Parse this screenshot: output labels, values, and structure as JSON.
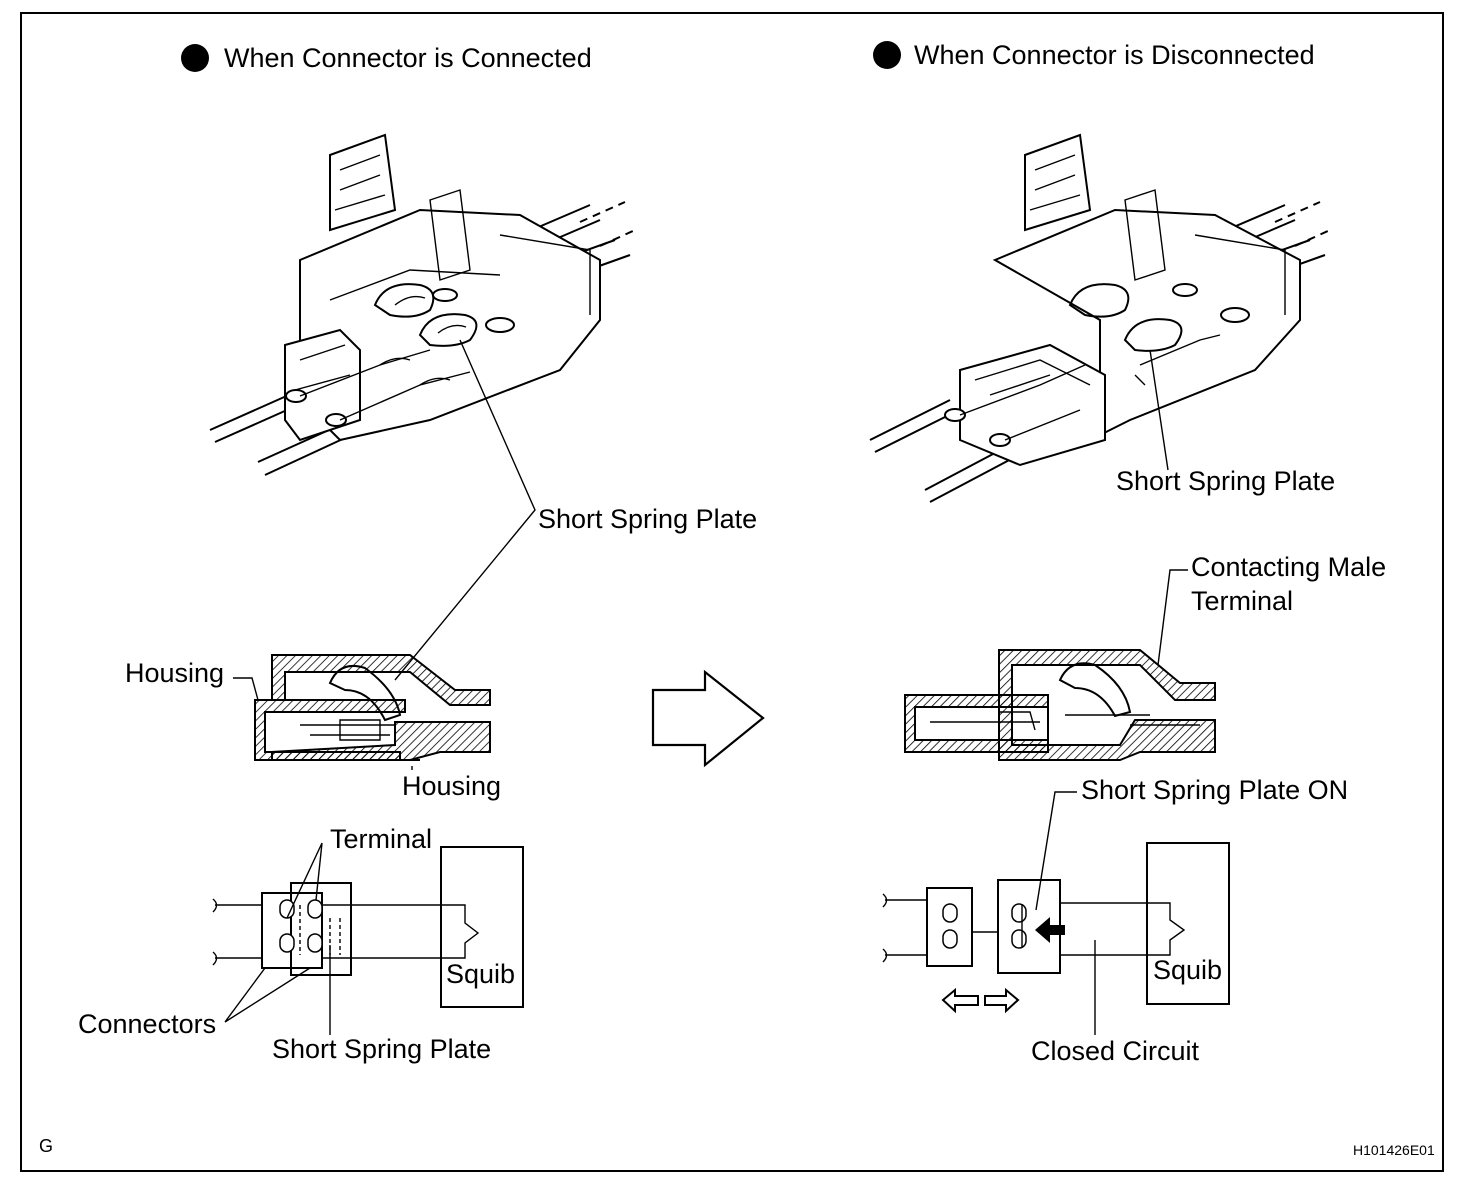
{
  "left_panel": {
    "heading": "When Connector is Connected",
    "labels": {
      "short_spring_plate_top": "Short Spring Plate",
      "housing_upper": "Housing",
      "housing_lower": "Housing",
      "terminal": "Terminal",
      "connectors": "Connectors",
      "short_spring_plate_bottom": "Short Spring Plate",
      "squib": "Squib"
    }
  },
  "right_panel": {
    "heading": "When Connector is Disconnected",
    "labels": {
      "short_spring_plate": "Short Spring Plate",
      "contacting_male_line1": "Contacting Male",
      "contacting_male_line2": "Terminal",
      "short_spring_plate_on": "Short Spring Plate ON",
      "squib": "Squib",
      "closed_circuit": "Closed Circuit"
    }
  },
  "corner_letter": "G",
  "figure_code": "H101426E01",
  "icons": [
    "bullet-dot-icon",
    "right-arrow-icon",
    "double-arrow-icon"
  ]
}
